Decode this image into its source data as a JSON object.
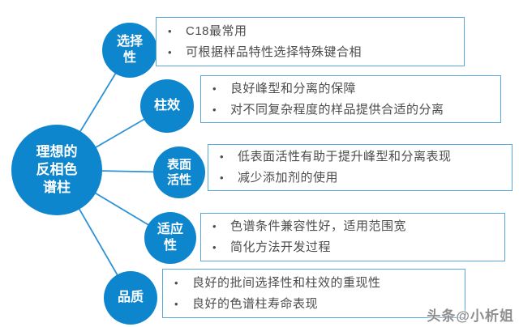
{
  "colors": {
    "node_fill": "#0e86ce",
    "box_border": "#5aa7dc",
    "connector": "#2e93d6",
    "box_text": "#4c4c4e",
    "watermark_text": "#8e8e8e"
  },
  "icons": {
    "bullet": "•"
  },
  "center": {
    "label": "理想的\n反相色\n谱柱"
  },
  "nodes": [
    {
      "label": "选择\n性"
    },
    {
      "label": "柱效"
    },
    {
      "label": "表面\n活性"
    },
    {
      "label": "适应\n性"
    },
    {
      "label": "品质"
    }
  ],
  "boxes": [
    {
      "items": [
        "C18最常用",
        "可根据样品特性选择特殊键合相"
      ]
    },
    {
      "items": [
        "良好峰型和分离的保障",
        "对不同复杂程度的样品提供合适的分离"
      ]
    },
    {
      "items": [
        "低表面活性有助于提升峰型和分离表现",
        "减少添加剂的使用"
      ]
    },
    {
      "items": [
        "色谱条件兼容性好，适用范围宽",
        "简化方法开发过程"
      ]
    },
    {
      "items": [
        "良好的批间选择性和柱效的重现性",
        "良好的色谱柱寿命表现"
      ]
    }
  ],
  "watermark": "头条@小析姐"
}
